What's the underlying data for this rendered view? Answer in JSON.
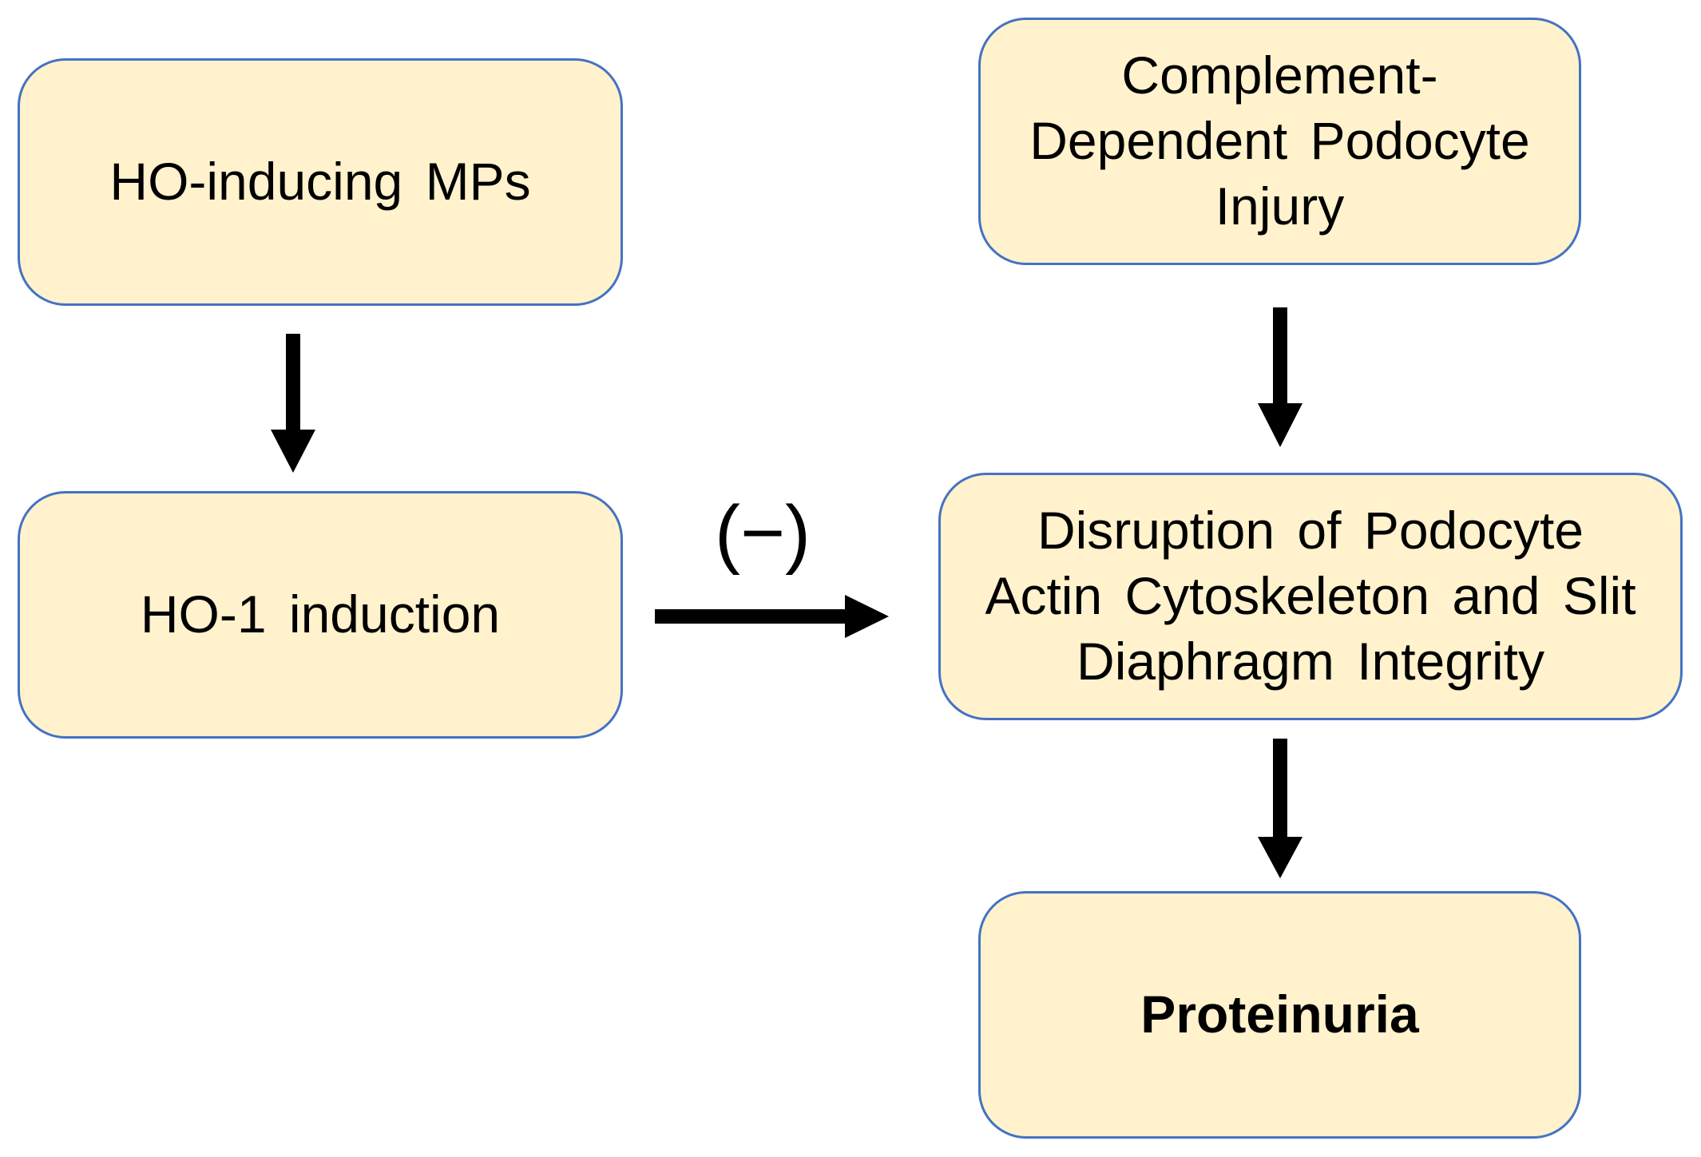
{
  "nodes": {
    "ho_inducing_mps": {
      "lines": [
        "HO-inducing MPs"
      ]
    },
    "ho1_induction": {
      "lines": [
        "HO-1 induction"
      ]
    },
    "complement_injury": {
      "lines": [
        "Complement-",
        "Dependent Podocyte",
        "Injury"
      ]
    },
    "disruption": {
      "lines": [
        "Disruption of Podocyte",
        "Actin Cytoskeleton and Slit",
        "Diaphragm Integrity"
      ]
    },
    "proteinuria": {
      "lines": [
        "Proteinuria"
      ]
    }
  },
  "edge_labels": {
    "inhibition": "(−)"
  },
  "colors": {
    "node_fill": "#fff2cc",
    "node_border": "#4472c4",
    "arrow": "#000000"
  }
}
